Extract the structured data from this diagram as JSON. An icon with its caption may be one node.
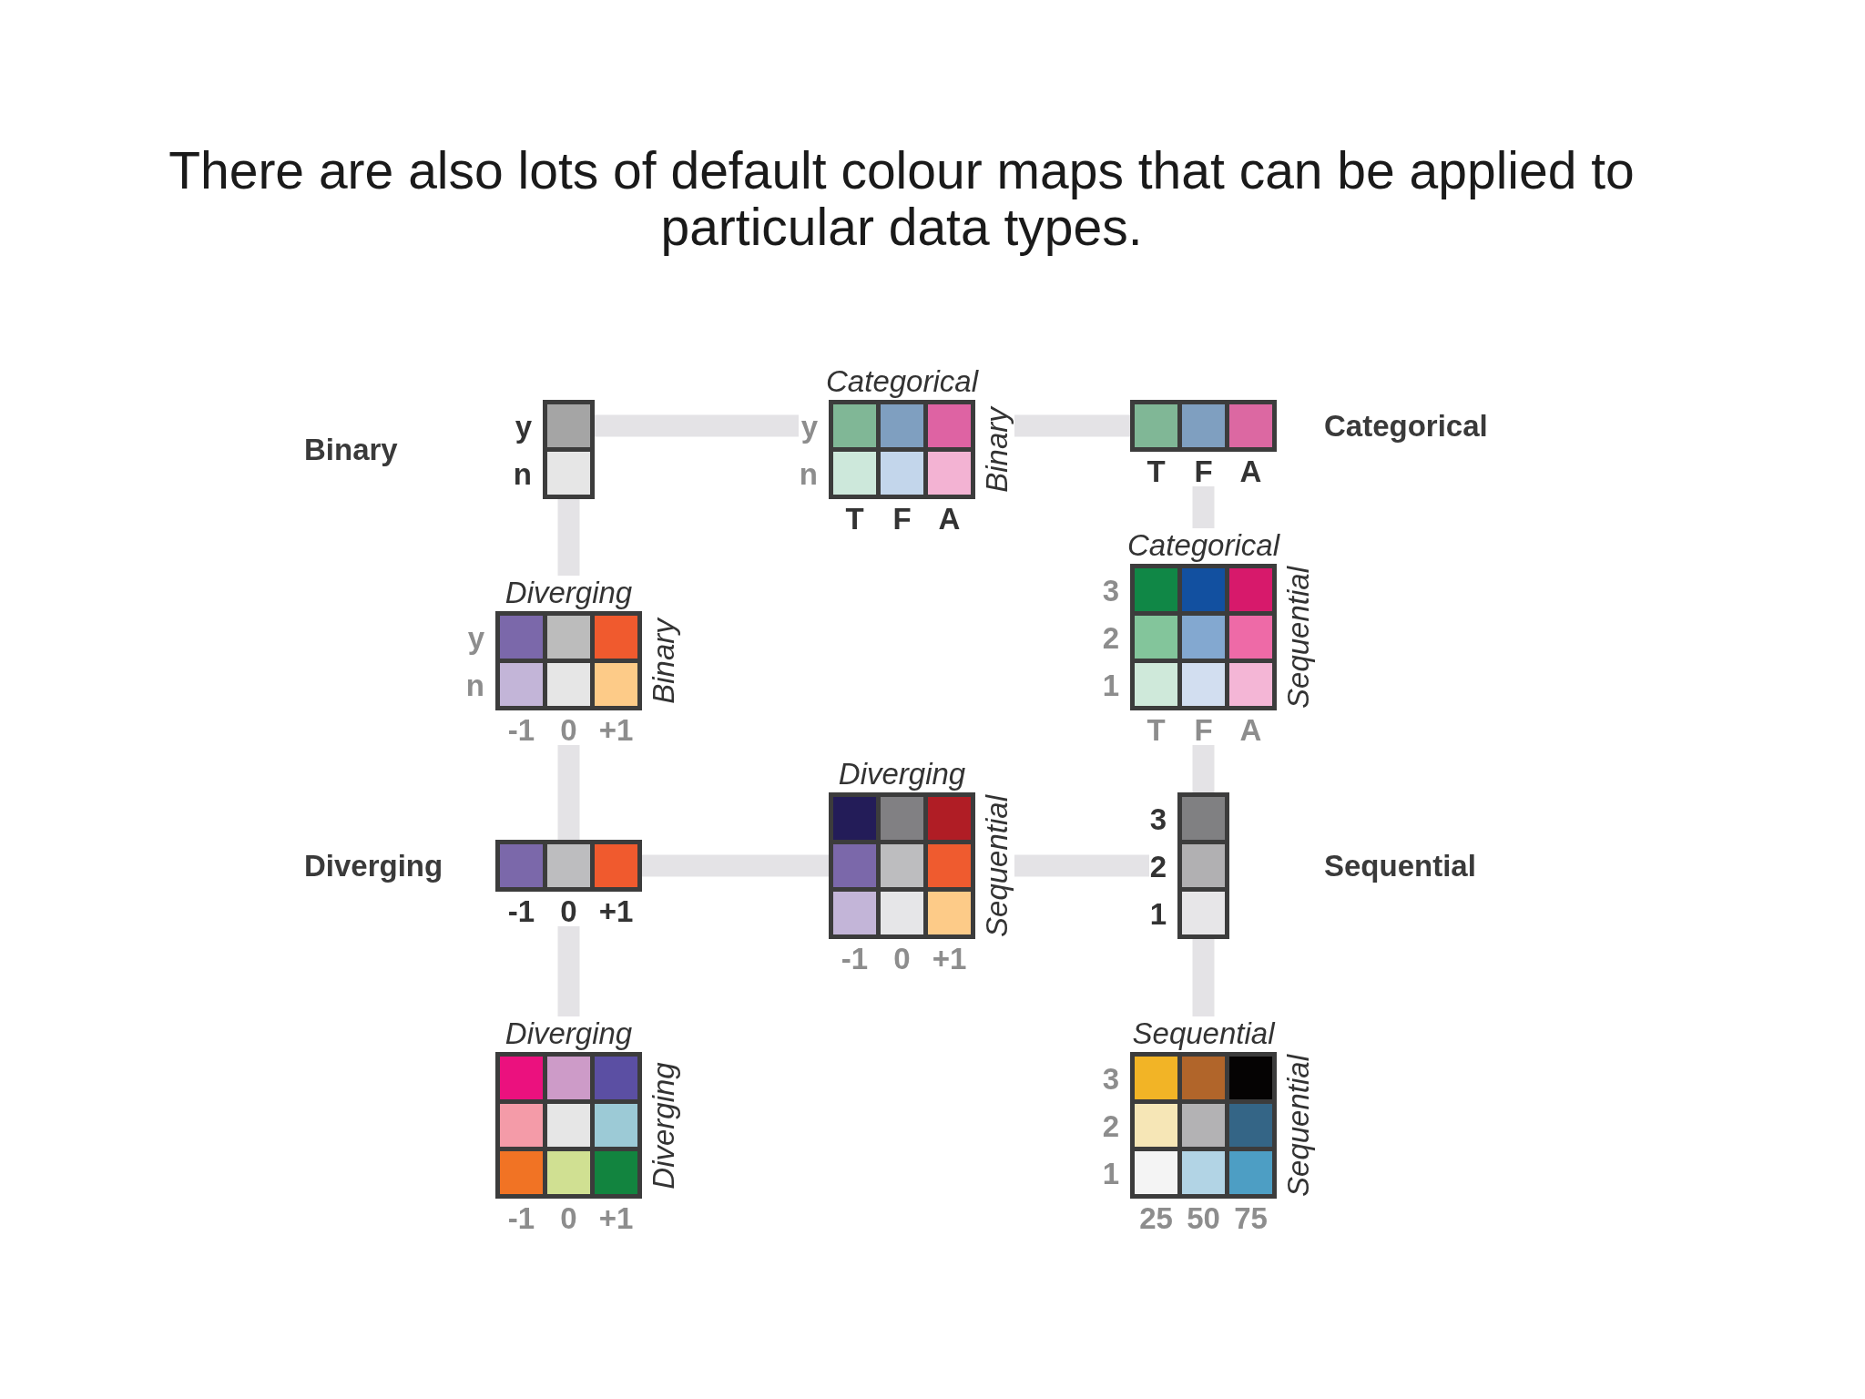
{
  "diagram": {
    "title": "There are also lots of default colour maps that can be applied to particular data types.",
    "nodes": [
      {
        "text": [
          "Binary"
        ],
        "beside": [
          "y",
          "n"
        ]
      },
      {
        "text": [
          "Categorical",
          "Binary"
        ],
        "beside": [
          "y",
          "n",
          "T",
          "F",
          "A"
        ]
      },
      {
        "text": [
          "Categorical"
        ],
        "beside": [
          "T",
          "F",
          "A"
        ]
      },
      {
        "text": [
          "Diverging",
          "Binary"
        ],
        "beside": [
          "y",
          "n",
          "-1",
          "0",
          "+1"
        ]
      },
      {
        "text": [
          "Categorical",
          "Sequential"
        ],
        "beside": [
          "3",
          "2",
          "1",
          "T",
          "F",
          "A"
        ]
      },
      {
        "text": [
          "Diverging"
        ],
        "beside": [
          "-1",
          "0",
          "+1"
        ]
      },
      {
        "text": [
          "Diverging",
          "Sequential"
        ],
        "beside": [
          "-1",
          "0",
          "+1"
        ]
      },
      {
        "text": [
          "Sequential"
        ],
        "beside": [
          "3",
          "2",
          "1"
        ]
      },
      {
        "text": [
          "Diverging",
          "Diverging"
        ],
        "beside": [
          "-1",
          "0",
          "+1"
        ]
      },
      {
        "text": [
          "Sequential",
          "Sequential"
        ],
        "beside": [
          "3",
          "2",
          "1",
          "25",
          "50",
          "75"
        ]
      }
    ],
    "edges": [
      {
        "from": 0,
        "to": 1,
        "arrow": "none"
      },
      {
        "from": 1,
        "to": 2,
        "arrow": "none"
      },
      {
        "from": 0,
        "to": 3,
        "arrow": "none"
      },
      {
        "from": 2,
        "to": 4,
        "arrow": "none"
      },
      {
        "from": 3,
        "to": 5,
        "arrow": "none"
      },
      {
        "from": 4,
        "to": 7,
        "arrow": "none"
      },
      {
        "from": 5,
        "to": 6,
        "arrow": "none"
      },
      {
        "from": 6,
        "to": 7,
        "arrow": "none"
      },
      {
        "from": 5,
        "to": 8,
        "arrow": "none"
      },
      {
        "from": 7,
        "to": 9,
        "arrow": "none"
      }
    ]
  }
}
